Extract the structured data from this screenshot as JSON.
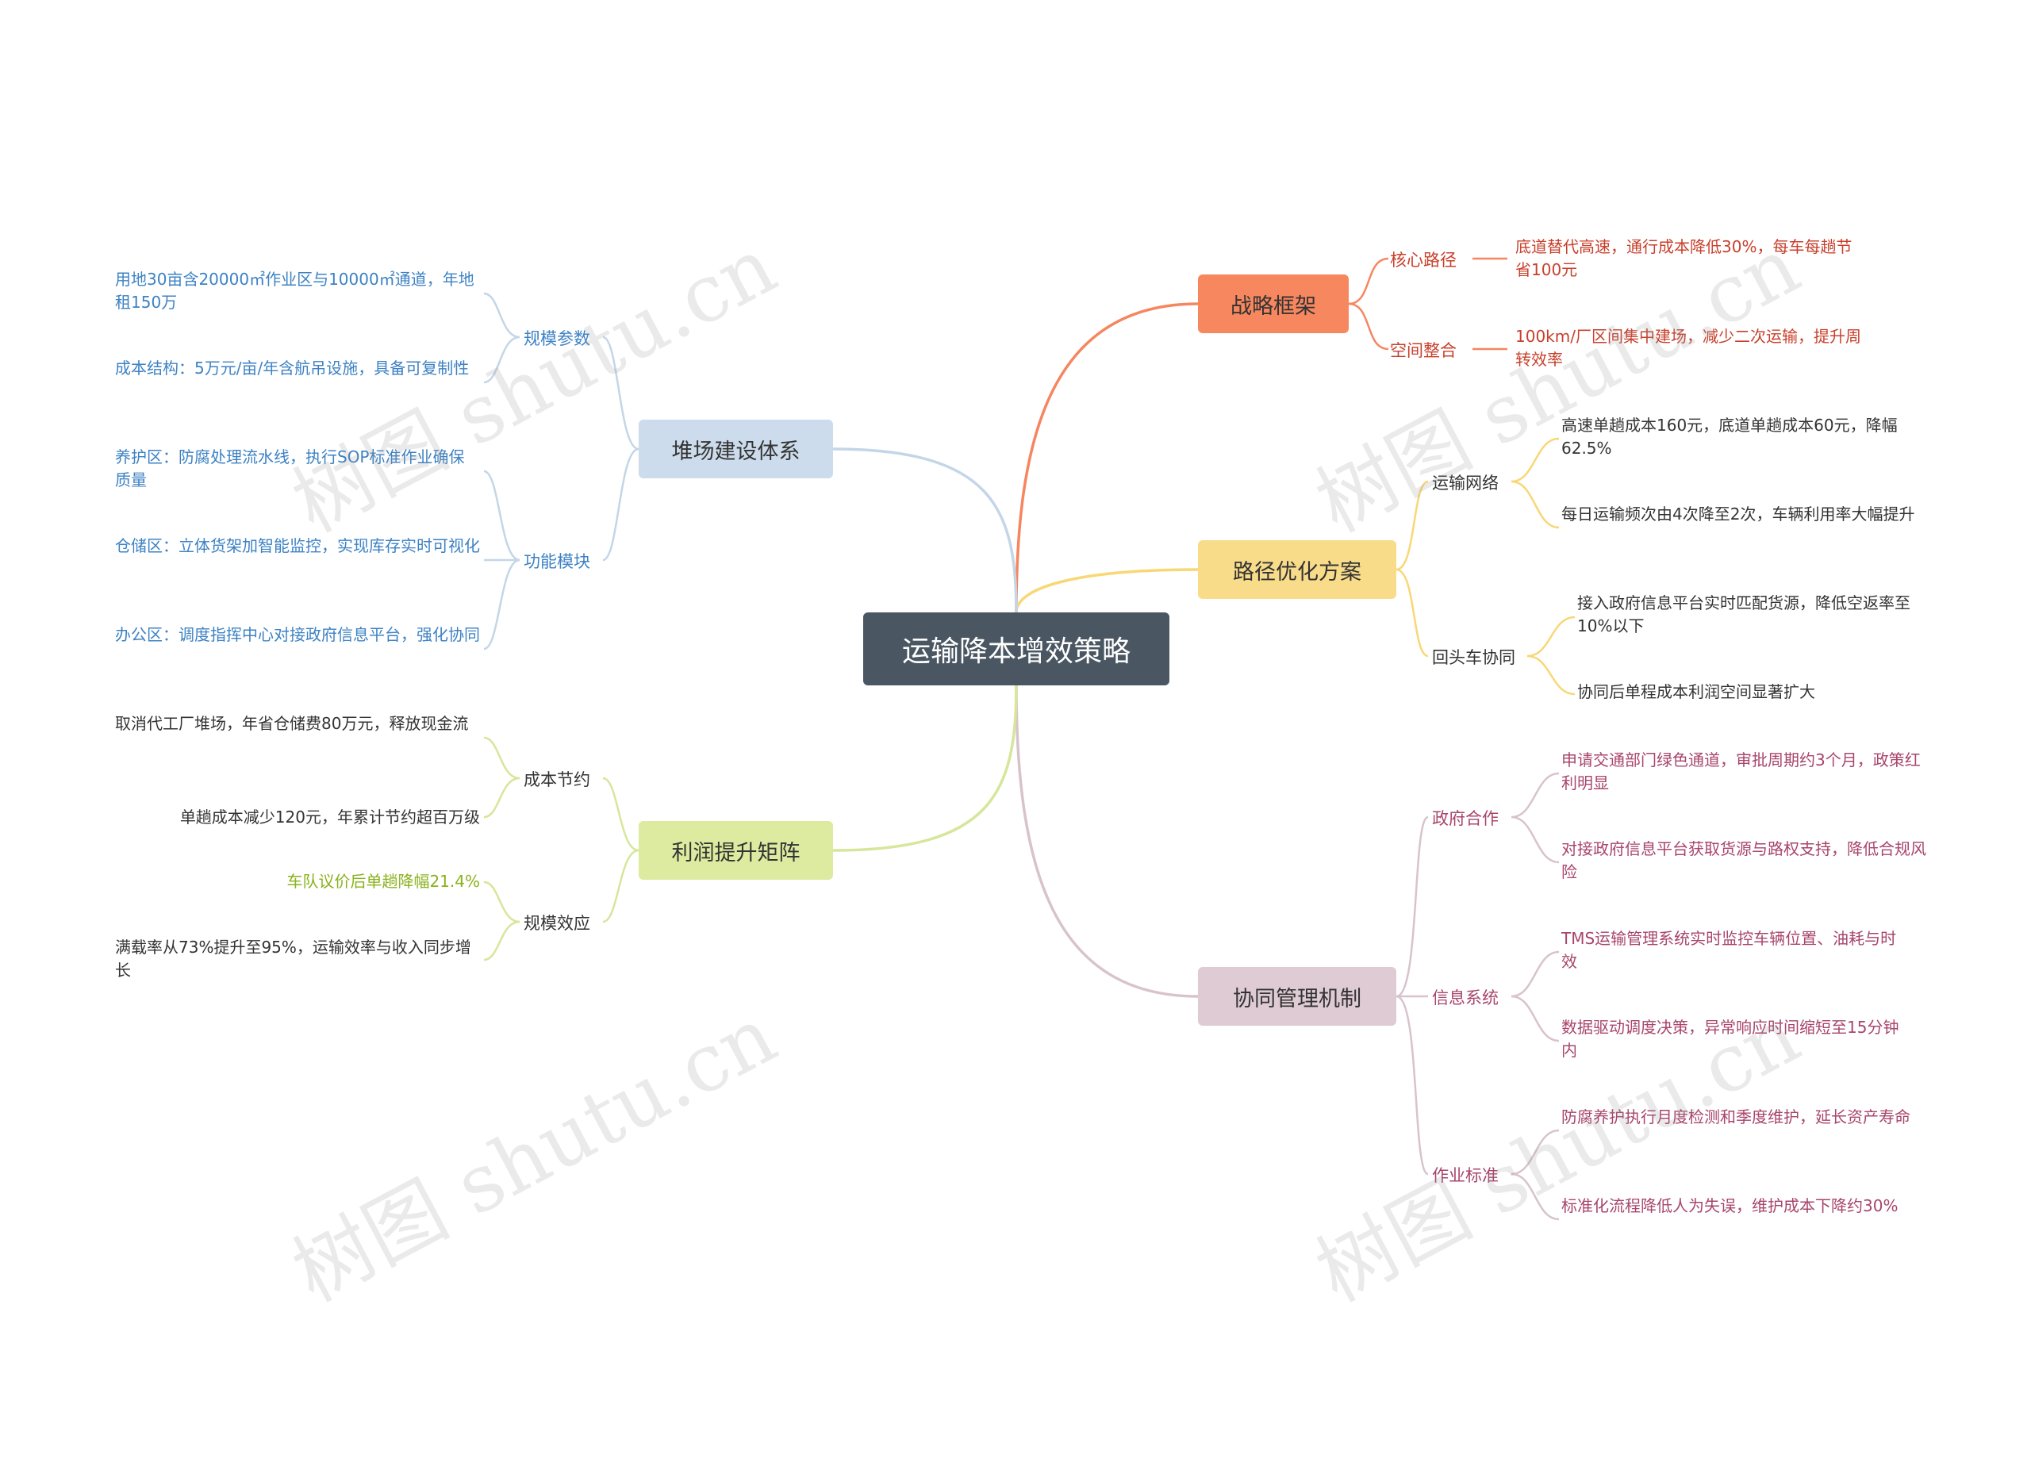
{
  "root": "运输降本增效策略",
  "branches": [
    {
      "label": "战略框架",
      "color": "#f5865f",
      "bg": "#f7875f",
      "text": "#333333",
      "subs": [
        {
          "label": "核心路径",
          "leaves": [
            "底道替代高速，通行成本降低30%，每车每趟节省100元"
          ]
        },
        {
          "label": "空间整合",
          "leaves": [
            "100km/厂区间集中建场，减少二次运输，提升周转效率"
          ]
        }
      ]
    },
    {
      "label": "路径优化方案",
      "color": "#f8d775",
      "bg": "#f9dc8a",
      "text": "#333333",
      "subs": [
        {
          "label": "运输网络",
          "leaves": [
            "高速单趟成本160元，底道单趟成本60元，降幅62.5%",
            "每日运输频次由4次降至2次，车辆利用率大幅提升"
          ]
        },
        {
          "label": "回头车协同",
          "leaves": [
            "接入政府信息平台实时匹配货源，降低空返率至10%以下",
            "协同后单程成本利润空间显著扩大"
          ]
        }
      ]
    },
    {
      "label": "协同管理机制",
      "color": "#d8c3cd",
      "bg": "#dfcbd3",
      "text": "#333333",
      "subs": [
        {
          "label": "政府合作",
          "leaves": [
            "申请交通部门绿色通道，审批周期约3个月，政策红利明显",
            "对接政府信息平台获取货源与路权支持，降低合规风险"
          ]
        },
        {
          "label": "信息系统",
          "leaves": [
            "TMS运输管理系统实时监控车辆位置、油耗与时效",
            "数据驱动调度决策，异常响应时间缩短至15分钟内"
          ]
        },
        {
          "label": "作业标准",
          "leaves": [
            "防腐养护执行月度检测和季度维护，延长资产寿命",
            "标准化流程降低人为失误，维护成本下降约30%"
          ]
        }
      ]
    },
    {
      "label": "堆场建设体系",
      "color": "#c3d6e8",
      "bg": "#cddcec",
      "text": "#333333",
      "subs": [
        {
          "label": "规模参数",
          "leaves": [
            "用地30亩含20000㎡作业区与10000㎡通道，年地租150万",
            "成本结构：5万元/亩/年含航吊设施，具备可复制性"
          ]
        },
        {
          "label": "功能模块",
          "leaves": [
            "养护区：防腐处理流水线，执行SOP标准作业确保质量",
            "仓储区：立体货架加智能监控，实现库存实时可视化",
            "办公区：调度指挥中心对接政府信息平台，强化协同"
          ]
        }
      ]
    },
    {
      "label": "利润提升矩阵",
      "color": "#d6e69a",
      "bg": "#dceb9f",
      "text": "#333333",
      "subs": [
        {
          "label": "成本节约",
          "leaves": [
            "取消代工厂堆场，年省仓储费80万元，释放现金流",
            "单趟成本减少120元，年累计节约超百万级"
          ]
        },
        {
          "label": "规模效应",
          "leaves": [
            "车队议价后单趟降幅21.4%",
            "满载率从73%提升至95%，运输效率与收入同步增长"
          ]
        }
      ]
    }
  ],
  "colors": {
    "leaf_red": "#c8402c",
    "leaf_red_sub": "#d4604a",
    "leaf_dark": "#333333",
    "leaf_rose": "#a8456c",
    "leaf_rose_sub": "#b8607e",
    "leaf_blue": "#3d82c4",
    "leaf_blue_sub": "#5a93c8",
    "leaf_green": "#8ab21c"
  },
  "watermark": "树图 shutu.cn"
}
